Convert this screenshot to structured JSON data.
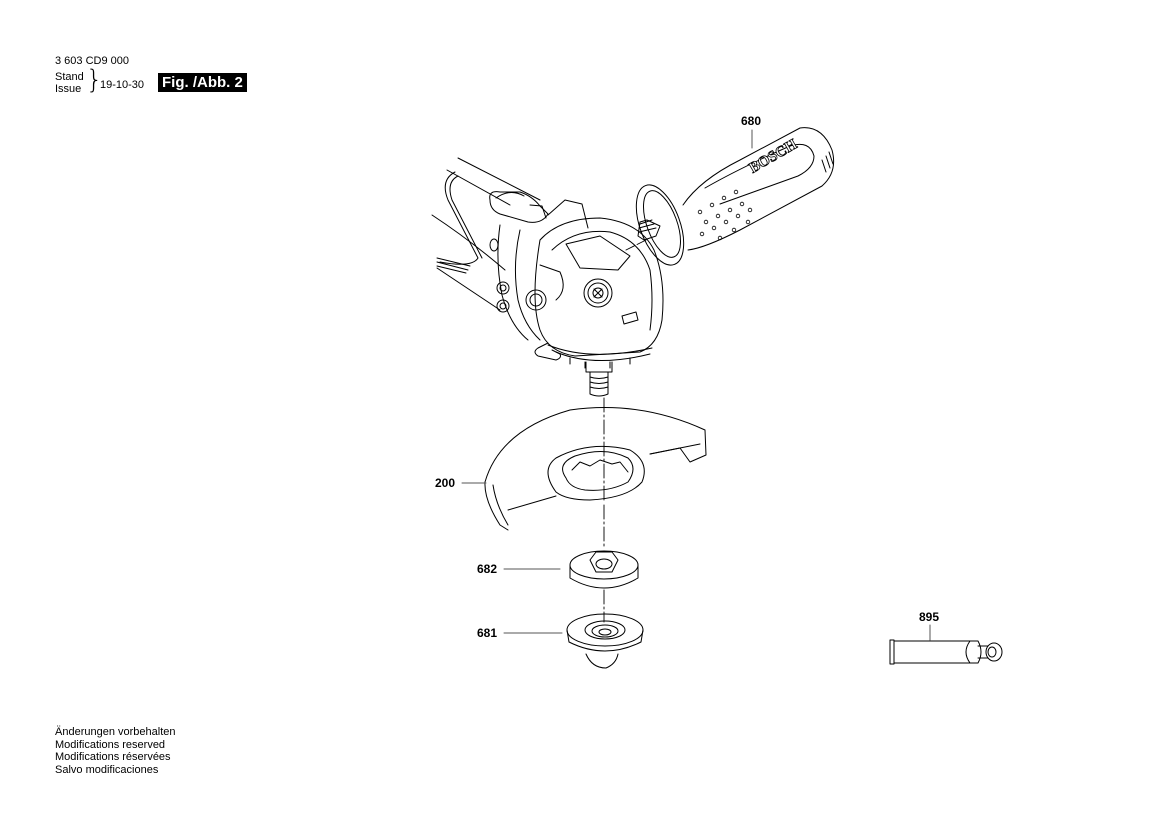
{
  "header": {
    "doc_number": "3 603 CD9 000",
    "stand_label": "Stand",
    "issue_label": "Issue",
    "date": "19-10-30",
    "figure_label": "Fig. /Abb. 2"
  },
  "parts": [
    {
      "number": "680",
      "name": "auxiliary-handle",
      "brand": "BOSCH"
    },
    {
      "number": "200",
      "name": "protection-guard"
    },
    {
      "number": "682",
      "name": "clamping-nut"
    },
    {
      "number": "681",
      "name": "mounting-flange"
    },
    {
      "number": "895",
      "name": "grease-tube"
    }
  ],
  "footer": {
    "lines": [
      "Änderungen vorbehalten",
      "Modifications reserved",
      "Modifications réservées",
      "Salvo modificaciones"
    ]
  },
  "colors": {
    "ink": "#000000",
    "leader": "#555555",
    "background": "#ffffff"
  }
}
